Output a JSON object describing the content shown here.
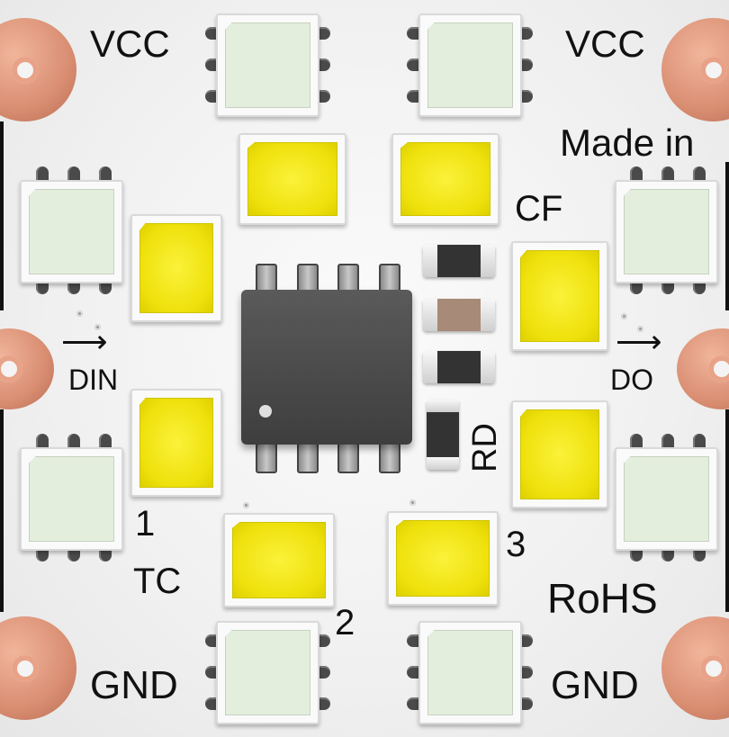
{
  "labels": {
    "vcc_left": "VCC",
    "vcc_right": "VCC",
    "made_in": "Made in",
    "cf": "CF",
    "din": "DIN",
    "do": "DO",
    "rd": "RD",
    "one": "1",
    "tc": "TC",
    "two": "2",
    "three": "3",
    "rohs": "RoHS",
    "gnd_left": "GND",
    "gnd_right": "GND"
  },
  "colors": {
    "board": "#f0f0f0",
    "copper_pad": "#d98e72",
    "lens_yellow": "#eee10c",
    "lens_white": "#e4eedd",
    "chip_body": "#4a4a4a",
    "silkscreen": "#111111"
  },
  "icons": {
    "din_arrow": "right-arrow-icon",
    "do_arrow": "right-arrow-icon"
  }
}
